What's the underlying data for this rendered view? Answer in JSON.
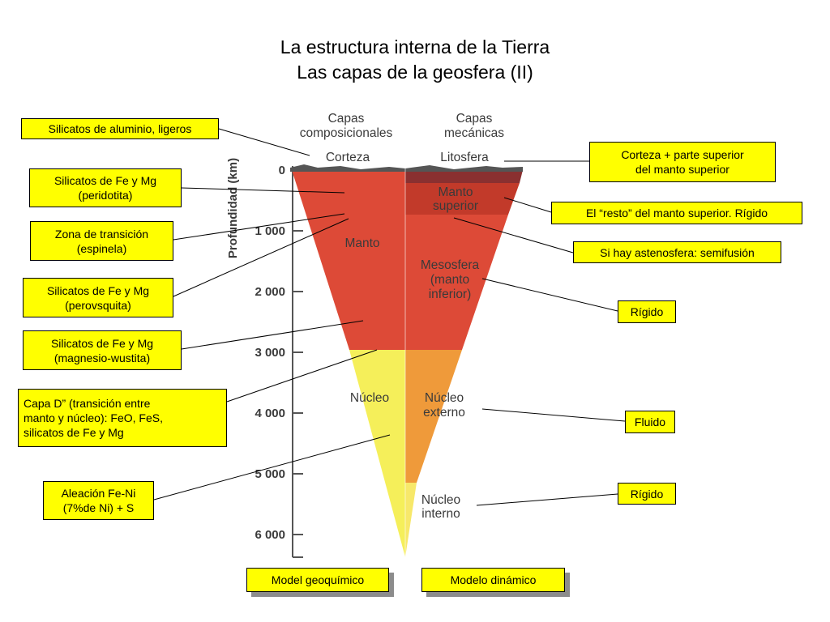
{
  "title_line1": "La estructura interna de la Tierra",
  "title_line2": "Las capas de la geosfera (II)",
  "diagram": {
    "header_comp_1": "Capas",
    "header_comp_2": "composicionales",
    "header_mec_1": "Capas",
    "header_mec_2": "mecánicas",
    "axis_label": "Profundidad (km)",
    "ticks": [
      "0",
      "1 000",
      "2 000",
      "3 000",
      "4 000",
      "5 000",
      "6 000"
    ],
    "corteza": "Corteza",
    "litosfera": "Litosfera",
    "manto": "Manto",
    "manto_sup_1": "Manto",
    "manto_sup_2": "superior",
    "mesosfera_1": "Mesosfera",
    "mesosfera_2": "(manto",
    "mesosfera_3": "inferior)",
    "nucleo": "Núcleo",
    "nucleo_ext_1": "Núcleo",
    "nucleo_ext_2": "externo",
    "nucleo_int_1": "Núcleo",
    "nucleo_int_2": "interno",
    "colors": {
      "mantle": "#dd4a37",
      "upper_mantle": "#c23a2a",
      "lithosphere": "#8a3030",
      "outer_core": "#ef9a3a",
      "inner_core": "#f7e86a",
      "core_comp": "#f5ef5a",
      "crust": "#555555",
      "label_box": "#ffff00"
    }
  },
  "labels": {
    "silicatos_al": "Silicatos de aluminio, ligeros",
    "peridotita_1": "Silicatos de Fe y Mg",
    "peridotita_2": "(peridotita)",
    "espinela_1": "Zona de transición",
    "espinela_2": "(espinela)",
    "perovsquita_1": "Silicatos de Fe y Mg",
    "perovsquita_2": "(perovsquita)",
    "magnesio_1": "Silicatos de Fe y Mg",
    "magnesio_2": "(magnesio-wustita)",
    "capa_d_1": "Capa D” (transición entre",
    "capa_d_2": "manto y núcleo): FeO, FeS,",
    "capa_d_3": "silicatos de Fe y Mg",
    "aleacion_1": "Aleación Fe-Ni",
    "aleacion_2": "(7%de Ni) + S",
    "corteza_sup_1": "Corteza + parte superior",
    "corteza_sup_2": "del manto superior",
    "resto_manto": "El “resto” del manto superior. Rígido",
    "astenosfera": "Si hay astenosfera: semifusión",
    "rigido_1": "Rígido",
    "fluido": "Fluido",
    "rigido_2": "Rígido"
  },
  "buttons": {
    "geoquimico": "Model geoquímico",
    "dinamico": "Modelo dinámico"
  }
}
